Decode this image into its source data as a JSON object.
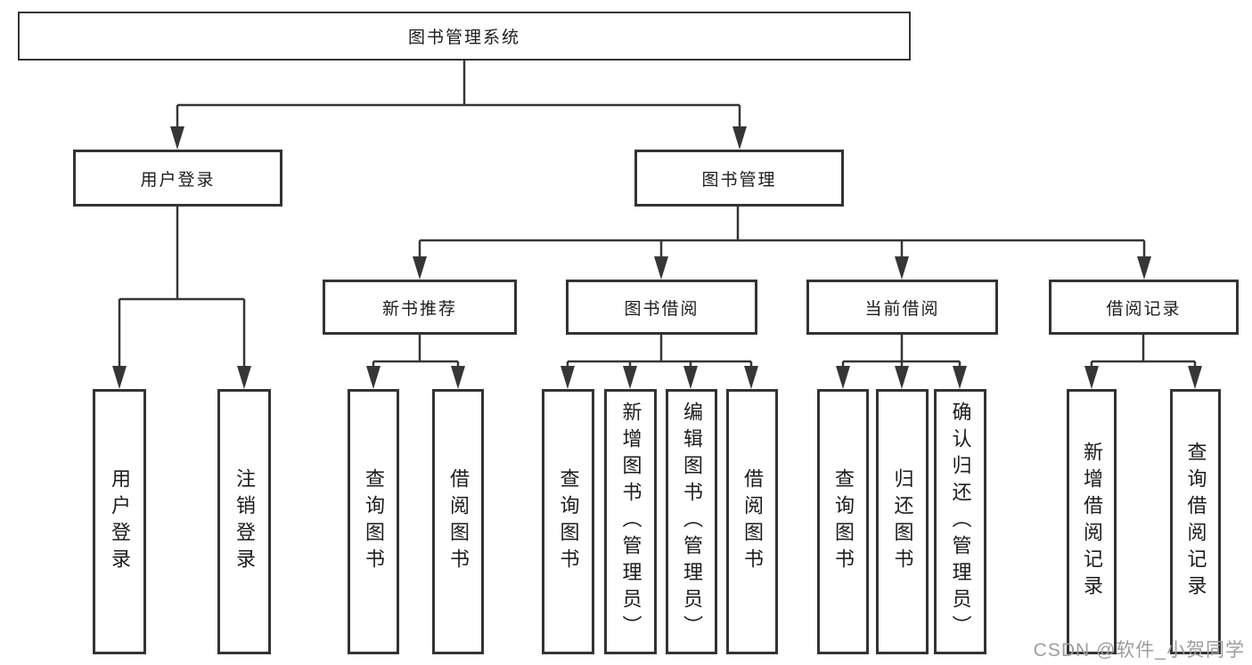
{
  "title_box": {
    "label": "图书管理系统"
  },
  "branches": {
    "user_login": {
      "label": "用户登录",
      "children": [
        "用户登录",
        "注销登录"
      ]
    },
    "book_management": {
      "label": "图书管理",
      "sections": [
        {
          "label": "新书推荐",
          "children": [
            "查询图书",
            "借阅图书"
          ]
        },
        {
          "label": "图书借阅",
          "children": [
            "查询图书",
            "新增图书（管理员）",
            "编辑图书（管理员）",
            "借阅图书"
          ]
        },
        {
          "label": "当前借阅",
          "children": [
            "查询图书",
            "归还图书",
            "确认归还（管理员）"
          ]
        },
        {
          "label": "借阅记录",
          "children": [
            "新增借阅记录",
            "查询借阅记录"
          ]
        }
      ]
    }
  },
  "watermark": "CSDN @软件_小贺同学",
  "colors": {
    "line": "#363636",
    "box_border": "#333333",
    "text": "#1c1c1c",
    "watermark_text": "#9d9d9d",
    "background": "#ffffff"
  }
}
